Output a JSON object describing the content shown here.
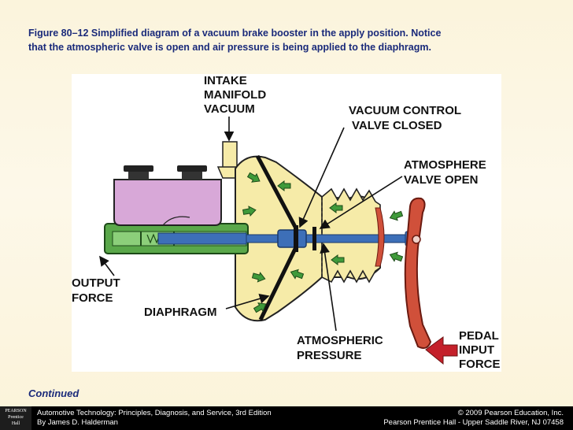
{
  "caption": {
    "line1": "Figure 80–12 Simplified diagram of a vacuum brake booster in the apply position. Notice",
    "line2": "that the atmospheric valve is open and air pressure is being applied to the diaphragm."
  },
  "labels": {
    "intake_1": "INTAKE",
    "intake_2": "MANIFOLD",
    "intake_3": "VACUUM",
    "vcv_1": "VACUUM CONTROL",
    "vcv_2": "VALVE CLOSED",
    "atm_valve_1": "ATMOSPHERE",
    "atm_valve_2": "VALVE OPEN",
    "output_1": "OUTPUT",
    "output_2": "FORCE",
    "diaphragm": "DIAPHRAGM",
    "atm_press_1": "ATMOSPHERIC",
    "atm_press_2": "PRESSURE",
    "pedal_1": "PEDAL",
    "pedal_2": "INPUT",
    "pedal_3": "FORCE"
  },
  "continued": "Continued",
  "footer": {
    "logo_1": "PEARSON",
    "logo_2": "Prentice",
    "logo_3": "Hall",
    "book_title": "Automotive Technology: Principles, Diagnosis, and Service, 3rd Edition",
    "author": "By James D. Halderman",
    "copyright": "© 2009 Pearson Education, Inc.",
    "publisher": "Pearson Prentice Hall - Upper Saddle River, NJ 07458"
  },
  "colors": {
    "booster_fill": "#f6eba8",
    "reservoir_fill": "#d8a8d8",
    "master_cyl_fill": "#5aa84a",
    "pushrod_fill": "#3d6fb8",
    "pedal_fill": "#d0503a",
    "arrow_green": "#3f9a3a",
    "input_arrow": "#c4202a",
    "caption_text": "#1a2a7a"
  }
}
